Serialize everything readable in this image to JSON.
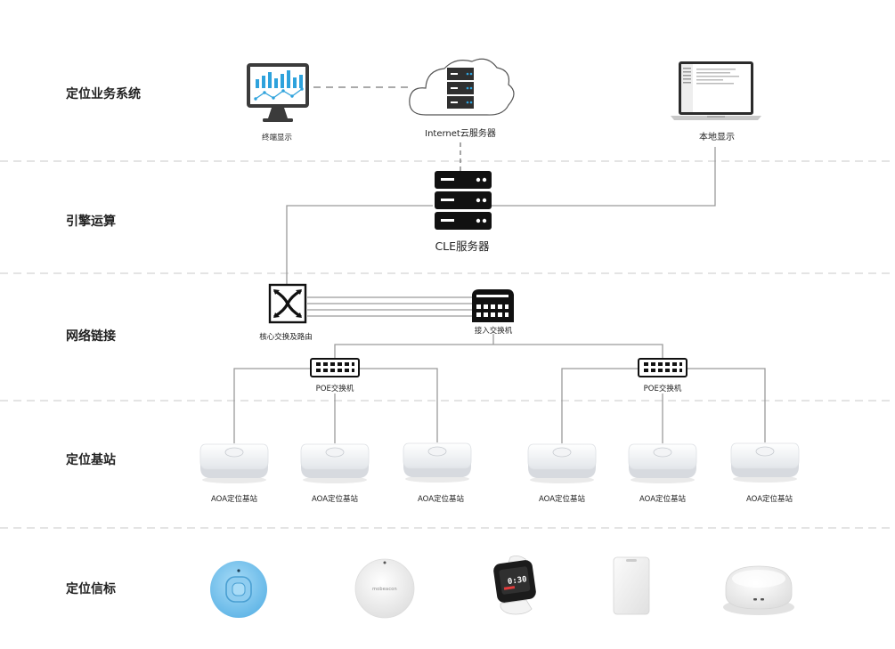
{
  "layers": [
    {
      "id": "business",
      "label": "定位业务系统"
    },
    {
      "id": "engine",
      "label": "引擎运算"
    },
    {
      "id": "network",
      "label": "网络链接"
    },
    {
      "id": "station",
      "label": "定位基站"
    },
    {
      "id": "beacon",
      "label": "定位信标"
    }
  ],
  "devices": {
    "terminal_display": "终端显示",
    "cloud_server": "Internet云服务器",
    "local_display": "本地显示",
    "cle_server": "CLE服务器",
    "core_switch": "核心交换及路由",
    "access_switch": "接入交换机",
    "poe_switches": [
      "POE交换机",
      "POE交换机"
    ],
    "base_stations": [
      "AOA定位基站",
      "AOA定位基站",
      "AOA定位基站",
      "AOA定位基站",
      "AOA定位基站",
      "AOA定位基站"
    ],
    "beacon_brand": "mobeacon"
  }
}
